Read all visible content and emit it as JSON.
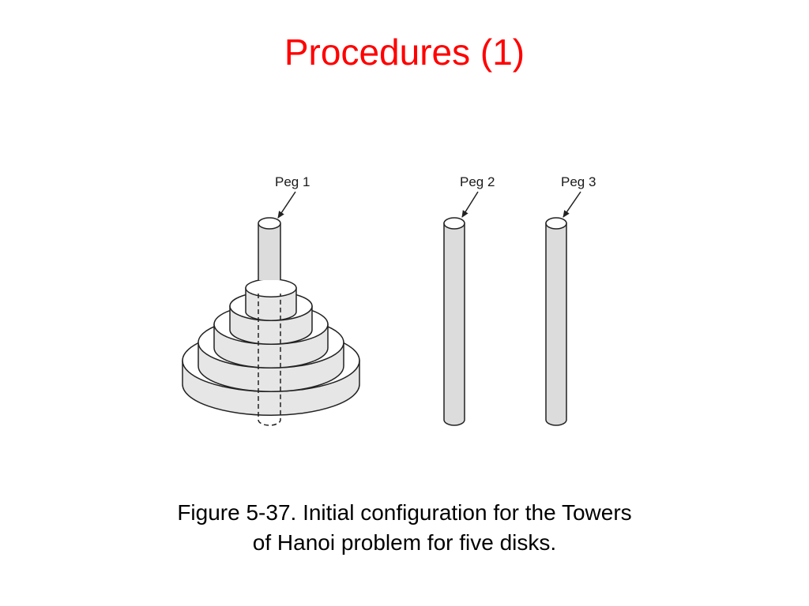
{
  "slide": {
    "title": "Procedures (1)"
  },
  "diagram": {
    "pegs": [
      {
        "label": "Peg 1"
      },
      {
        "label": "Peg 2"
      },
      {
        "label": "Peg 3"
      }
    ],
    "disk_count": 5,
    "colors": {
      "disk_top": "#ffffff",
      "disk_side": "#e6e6e6",
      "peg_fill": "#dcdcdc",
      "stroke": "#222222"
    }
  },
  "caption": {
    "line1": "Figure 5-37. Initial configuration for the Towers",
    "line2": "of Hanoi problem for five disks."
  }
}
